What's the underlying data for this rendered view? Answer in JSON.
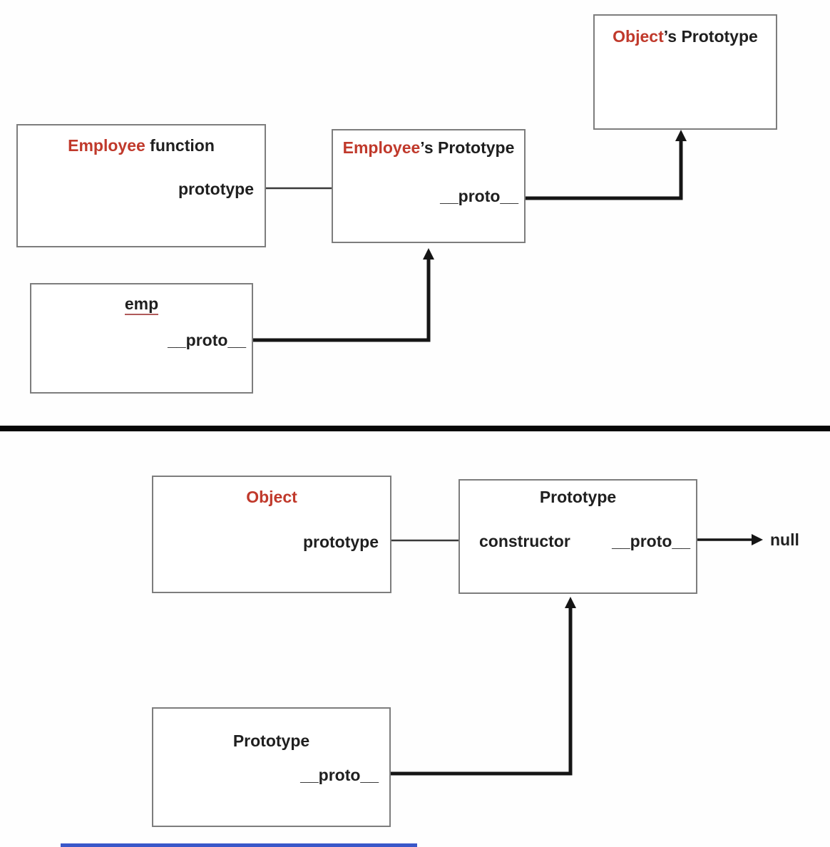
{
  "colors": {
    "accent_red": "#c0392b",
    "text_dark": "#1f1f1f",
    "box_border_gray": "#7d7d7d",
    "divider_black": "#070707",
    "progress_blue": "#3a57c9"
  },
  "top": {
    "employee_function": {
      "title_red": "Employee",
      "title_rest": " function",
      "field_prototype": "prototype"
    },
    "employee_prototype": {
      "title_red": "Employee",
      "title_rest": "’s Prototype",
      "field_proto": "__proto__"
    },
    "object_prototype": {
      "title_red": "Object",
      "title_rest": "’s Prototype"
    },
    "emp": {
      "title": "emp",
      "field_proto": "__proto__"
    }
  },
  "bottom": {
    "object": {
      "title": "Object",
      "field_prototype": "prototype"
    },
    "prototype": {
      "title": "Prototype",
      "field_constructor": "constructor",
      "field_proto": "__proto__"
    },
    "prototype_instance": {
      "title": "Prototype",
      "field_proto": "__proto__"
    },
    "null_label": "null"
  }
}
